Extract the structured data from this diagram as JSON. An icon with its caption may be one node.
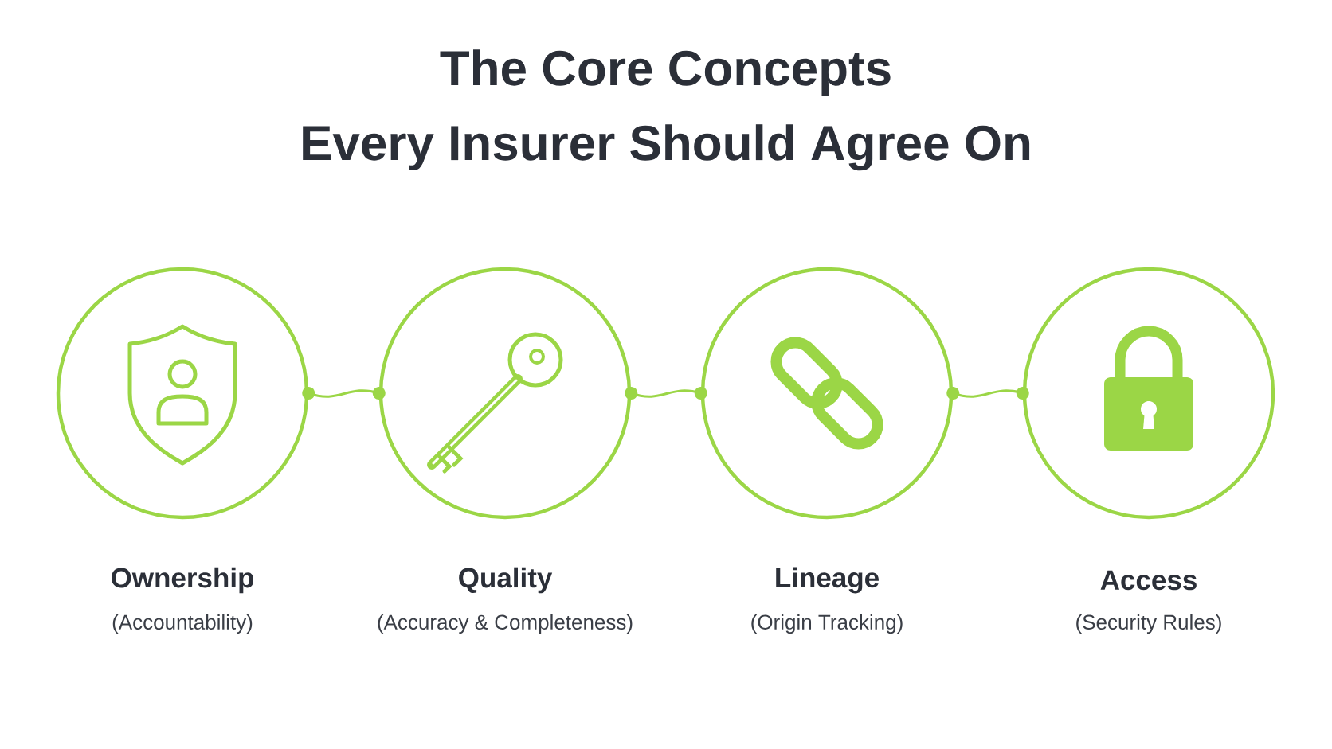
{
  "diagram": {
    "title": "The Core Concepts Every Insurer Should Agree On",
    "nodes": [
      {
        "text": [
          "Ownership",
          "(Accountability)"
        ]
      },
      {
        "text": [
          "Quality",
          "(Accuracy & Completeness)"
        ]
      },
      {
        "text": [
          "Lineage",
          "(Origin Tracking)"
        ]
      },
      {
        "text": [
          "Access",
          "(Security Rules)"
        ]
      }
    ],
    "edges": [
      {
        "from": 0,
        "to": 1,
        "arrow": "other"
      },
      {
        "from": 1,
        "to": 2,
        "arrow": "other"
      },
      {
        "from": 2,
        "to": 3,
        "arrow": "other"
      }
    ]
  }
}
